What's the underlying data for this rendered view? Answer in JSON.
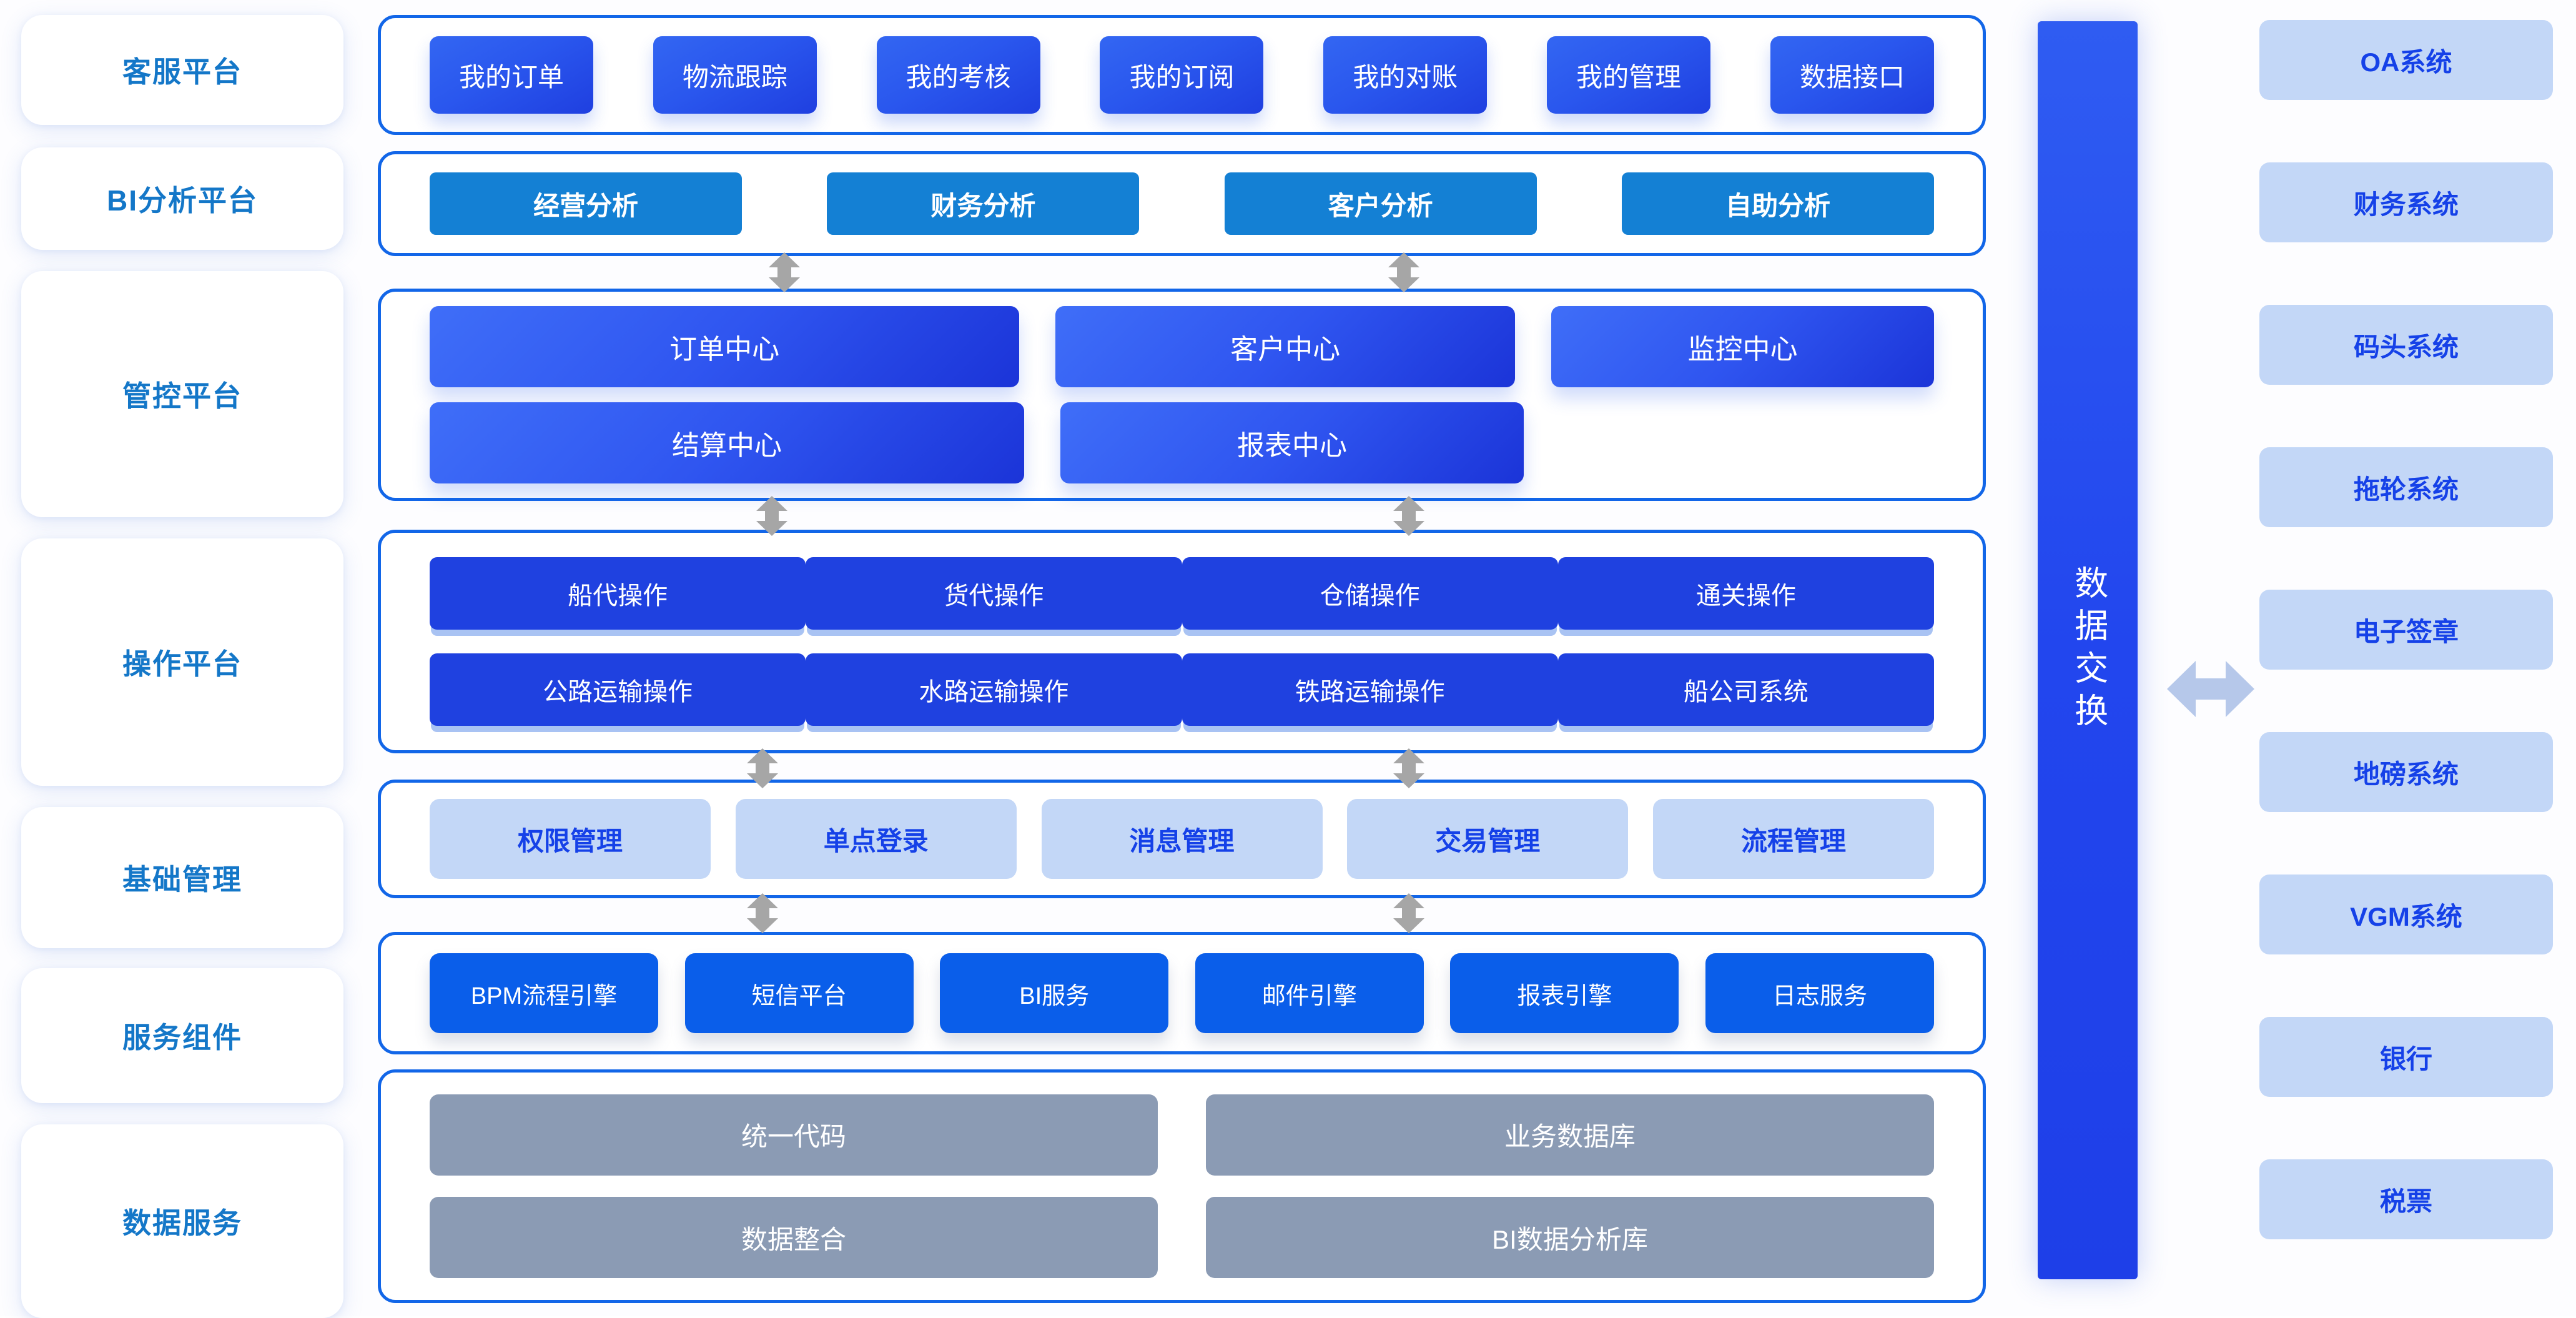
{
  "theme": {
    "accent_blue": "#1266e8",
    "deep_blue": "#1f3fe0",
    "azure": "#1480d4",
    "pale_blue": "#c3d7f7",
    "grey": "#8b9bb4",
    "label_blue": "#1477c8"
  },
  "sidebar": {
    "items": [
      {
        "label": "客服平台"
      },
      {
        "label": "BI分析平台"
      },
      {
        "label": "管控平台"
      },
      {
        "label": "操作平台"
      },
      {
        "label": "基础管理"
      },
      {
        "label": "服务组件"
      },
      {
        "label": "数据服务"
      }
    ]
  },
  "bands": {
    "customer_service": {
      "buttons": [
        {
          "label": "我的订单"
        },
        {
          "label": "物流跟踪"
        },
        {
          "label": "我的考核"
        },
        {
          "label": "我的订阅"
        },
        {
          "label": "我的对账"
        },
        {
          "label": "我的管理"
        },
        {
          "label": "数据接口"
        }
      ]
    },
    "bi_platform": {
      "buttons": [
        {
          "label": "经营分析"
        },
        {
          "label": "财务分析"
        },
        {
          "label": "客户分析"
        },
        {
          "label": "自助分析"
        }
      ]
    },
    "control_platform": {
      "row1": [
        {
          "label": "订单中心"
        },
        {
          "label": "客户中心"
        },
        {
          "label": "监控中心"
        }
      ],
      "row2": [
        {
          "label": "结算中心"
        },
        {
          "label": "报表中心"
        }
      ]
    },
    "operation_platform": {
      "row1": [
        {
          "label": "船代操作"
        },
        {
          "label": "货代操作"
        },
        {
          "label": "仓储操作"
        },
        {
          "label": "通关操作"
        }
      ],
      "row2": [
        {
          "label": "公路运输操作"
        },
        {
          "label": "水路运输操作"
        },
        {
          "label": "铁路运输操作"
        },
        {
          "label": "船公司系统"
        }
      ]
    },
    "basic_management": {
      "buttons": [
        {
          "label": "权限管理"
        },
        {
          "label": "单点登录"
        },
        {
          "label": "消息管理"
        },
        {
          "label": "交易管理"
        },
        {
          "label": "流程管理"
        }
      ]
    },
    "service_components": {
      "buttons": [
        {
          "label": "BPM流程引擎"
        },
        {
          "label": "短信平台"
        },
        {
          "label": "BI服务"
        },
        {
          "label": "邮件引擎"
        },
        {
          "label": "报表引擎"
        },
        {
          "label": "日志服务"
        }
      ]
    },
    "data_services": {
      "row1": [
        {
          "label": "统一代码"
        },
        {
          "label": "业务数据库"
        }
      ],
      "row2": [
        {
          "label": "数据整合"
        },
        {
          "label": "BI数据分析库"
        }
      ]
    }
  },
  "data_exchange": {
    "label": "数据交换"
  },
  "external_systems": {
    "items": [
      {
        "label": "OA系统"
      },
      {
        "label": "财务系统"
      },
      {
        "label": "码头系统"
      },
      {
        "label": "拖轮系统"
      },
      {
        "label": "电子签章"
      },
      {
        "label": "地磅系统"
      },
      {
        "label": "VGM系统"
      },
      {
        "label": "银行"
      },
      {
        "label": "税票"
      }
    ]
  }
}
